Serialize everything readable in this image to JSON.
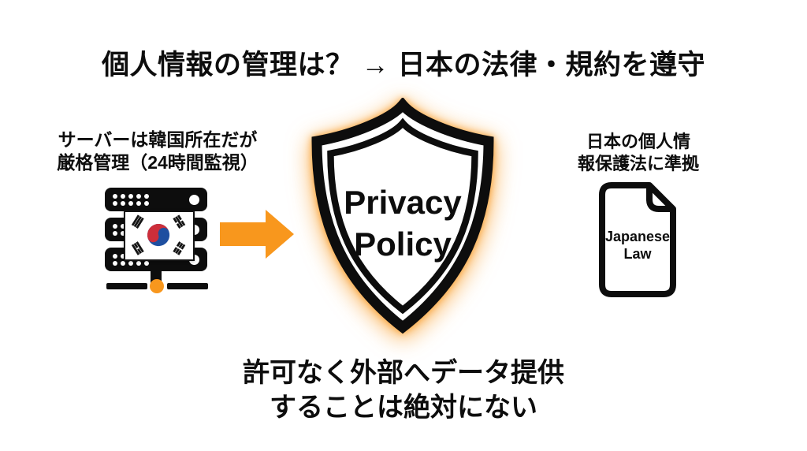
{
  "slide": {
    "title": "個人情報の管理は？ → 日本の法律・規約を遵守",
    "left": {
      "caption_line1": "サーバーは韓国所在だが",
      "caption_line2": "厳格管理（24時間監視）",
      "icon": "server-rack-with-korea-flag-icon"
    },
    "center": {
      "arrow_icon": "right-arrow-icon",
      "shield_icon": "privacy-shield-icon",
      "shield_line1": "Privacy",
      "shield_line2": "Policy"
    },
    "right": {
      "caption_line1": "日本の個人情",
      "caption_line2": "報保護法に準拠",
      "icon": "law-document-icon",
      "document_line1": "Japanese",
      "document_line2": "Law"
    },
    "footer": {
      "line1": "許可なく外部へデータ提供",
      "line2": "することは絶対にない"
    },
    "colors": {
      "accent_orange": "#f8971d",
      "ink": "#0d0d0d",
      "bg": "#ffffff",
      "flag_red": "#cd2e3a",
      "flag_blue": "#1e4fa0"
    }
  }
}
